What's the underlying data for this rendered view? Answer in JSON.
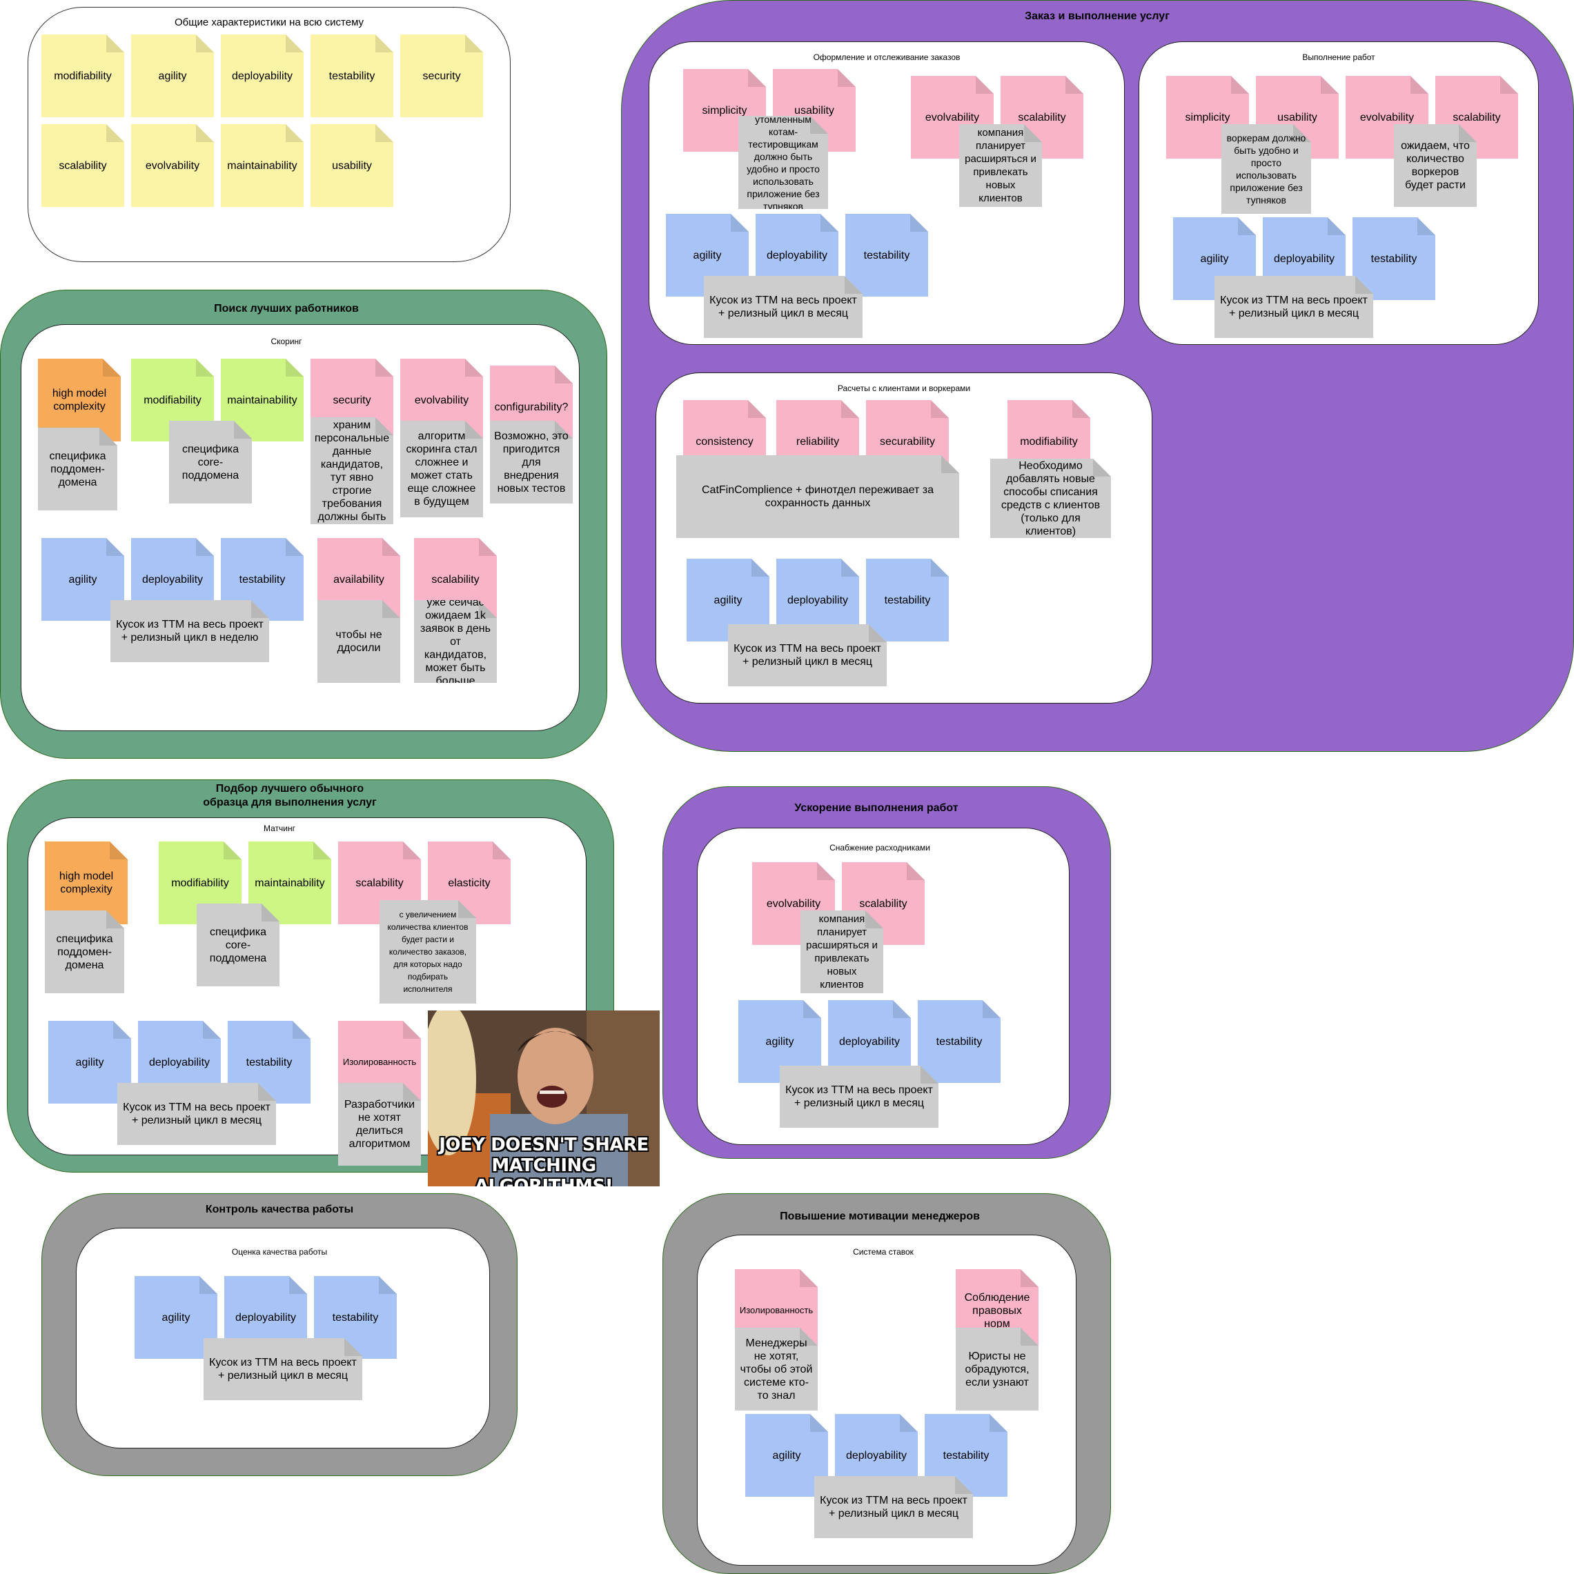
{
  "general": {
    "title": "Общие характеристики на всю систему",
    "notes": [
      "modifiability",
      "agility",
      "deployability",
      "testability",
      "security",
      "scalability",
      "evolvability",
      "maintainability",
      "usability"
    ]
  },
  "order": {
    "title": "Заказ и выполнение услуг",
    "tracking": {
      "title": "Оформление и отслеживание заказов",
      "simplicity": "simplicity",
      "usability": "usability",
      "usability_comment": "утомленным котам-тестировщикам должно быть удобно и просто использовать приложение без тупняков",
      "evolvability": "evolvability",
      "scalability": "scalability",
      "scalability_comment": "компания планирует расширяться и привлекать новых клиентов",
      "agility": "agility",
      "deployability": "deployability",
      "testability": "testability",
      "ttm_comment": "Кусок из TTM на весь проект + релизный цикл в месяц"
    },
    "works": {
      "title": "Выполнение работ",
      "simplicity": "simplicity",
      "usability": "usability",
      "evolvability": "evolvability",
      "scalability": "scalability",
      "usability_comment": "воркерам должно быть удобно и просто использовать приложение без тупняков",
      "scalability_comment": "ожидаем, что количество воркеров будет расти",
      "agility": "agility",
      "deployability": "deployability",
      "testability": "testability",
      "ttm_comment": "Кусок из TTM на весь проект + релизный цикл в месяц"
    },
    "payments": {
      "title": "Расчеты с клиентами и воркерами",
      "consistency": "consistency",
      "reliability": "reliability",
      "securability": "securability",
      "modifiability": "modifiability",
      "catfin_comment": "CatFinComplience + финотдел переживает за сохранность данных",
      "modifiability_comment": "Необходимо добавлять новые способы списания средств с клиентов (только для клиентов)",
      "agility": "agility",
      "deployability": "deployability",
      "testability": "testability",
      "ttm_comment": "Кусок из TTM на весь проект + релизный цикл в месяц"
    }
  },
  "search": {
    "title": "Поиск лучших работников",
    "sub": "Скоринг",
    "high_model": "high model complexity",
    "high_model_comment": "специфика поддомен-домена",
    "modifiability": "modifiability",
    "maintainability": "maintainability",
    "core_comment": "специфика core-поддомена",
    "security": "security",
    "security_comment": "храним персональные данные кандидатов, тут явно строгие требования должны быть",
    "evolvability": "evolvability",
    "evolvability_comment": "алгоритм скоринга стал сложнее и может стать еще сложнее в будущем",
    "configurability": "configurability?",
    "configurability_comment": "Возможно, это пригодится для внедрения новых тестов",
    "agility": "agility",
    "deployability": "deployability",
    "testability": "testability",
    "ttm_comment": "Кусок из TTM на весь проект + релизный цикл в неделю",
    "availability": "availability",
    "availability_comment": "чтобы не ддосили",
    "scalability": "scalability",
    "scalability_comment": "уже сейчас ожидаем 1k заявок в день от кандидатов, может быть больше"
  },
  "matching": {
    "title": "Подбор лучшего обычного образца для выполнения услуг",
    "sub": "Матчинг",
    "high_model": "high model complexity",
    "high_model_comment": "специфика поддомен-домена",
    "modifiability": "modifiability",
    "maintainability": "maintainability",
    "core_comment": "специфика core-поддомена",
    "scalability": "scalability",
    "elasticity": "elasticity",
    "elasticity_comment": "с увеличением количества клиентов будет расти и количество заказов, для которых надо подбирать исполнителя",
    "agility": "agility",
    "deployability": "deployability",
    "testability": "testability",
    "ttm_comment": "Кусок из TTM на весь проект + релизный цикл в месяц",
    "isolation": "Изолированность",
    "isolation_comment": "Разработчики не хотят делиться алгоритмом",
    "meme_text": "JOEY DOESN'T SHARE MATCHING ALGORITHMS!"
  },
  "speedup": {
    "title": "Ускорение выполнения работ",
    "sub": "Снабжение расходниками",
    "evolvability": "evolvability",
    "scalability": "scalability",
    "scalability_comment": "компания планирует расширяться и привлекать новых клиентов",
    "agility": "agility",
    "deployability": "deployability",
    "testability": "testability",
    "ttm_comment": "Кусок из TTM на весь проект + релизный цикл в месяц"
  },
  "quality": {
    "title": "Контроль качества работы",
    "sub": "Оценка качества работы",
    "agility": "agility",
    "deployability": "deployability",
    "testability": "testability",
    "ttm_comment": "Кусок из TTM на весь проект + релизный цикл в месяц"
  },
  "motivation": {
    "title": "Повышение мотивации менеджеров",
    "sub": "Система ставок",
    "isolation": "Изолированность",
    "isolation_comment": "Менеджеры не хотят, чтобы об этой системе кто-то знал",
    "legal": "Соблюдение правовых норм",
    "legal_comment": "Юристы не обрадуются, если узнают",
    "agility": "agility",
    "deployability": "deployability",
    "testability": "testability",
    "ttm_comment": "Кусок из TTM на весь проект + релизный цикл в месяц"
  },
  "colors": {
    "yellow": "#fbf3a6",
    "pink": "#f9b4c7",
    "blue": "#a8c4f7",
    "green_note": "#cdf684",
    "orange": "#f7aa57",
    "gray_note": "#cdcdcd",
    "group_green": "#67a585",
    "group_purple": "#9466c9",
    "group_gray": "#999999"
  }
}
